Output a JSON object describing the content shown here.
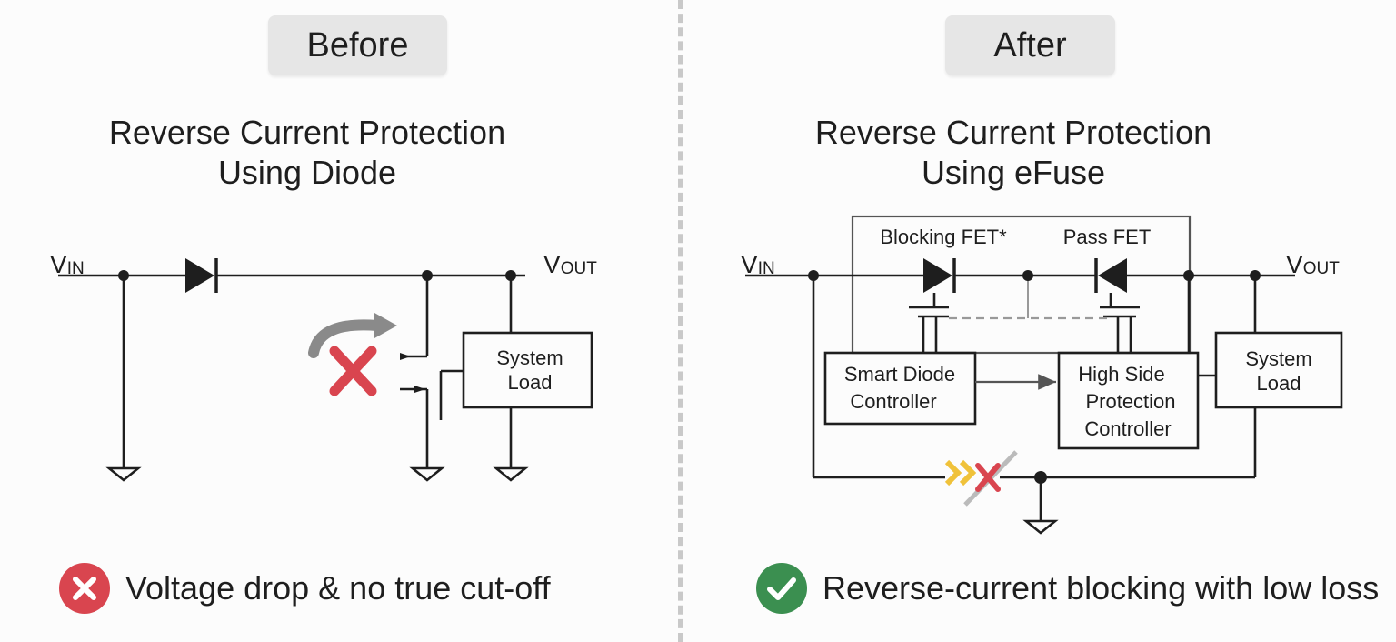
{
  "before": {
    "tag": "Before",
    "title_line1": "Reverse Current Protection",
    "title_line2": "Using Diode",
    "vin": "V",
    "vin_sub": "IN",
    "vout": "V",
    "vout_sub": "OUT",
    "load_line1": "System",
    "load_line2": "Load",
    "verdict": "Voltage drop & no true cut-off",
    "verdict_icon": "red-x-icon"
  },
  "after": {
    "tag": "After",
    "title_line1": "Reverse Current Protection",
    "title_line2": "Using eFuse",
    "vin": "V",
    "vin_sub": "IN",
    "vout": "V",
    "vout_sub": "OUT",
    "blocking_fet": "Blocking FET*",
    "pass_fet": "Pass FET",
    "smart_line1": "Smart Diode",
    "smart_line2": "Controller",
    "hs_line1": "High Side",
    "hs_line2": "Protection",
    "hs_line3": "Controller",
    "load_line1": "System",
    "load_line2": "Load",
    "verdict": "Reverse-current blocking with low loss",
    "verdict_icon": "green-check-icon"
  },
  "colors": {
    "wire": "#1e1e1e",
    "red": "#d9454f",
    "green": "#3b8f50",
    "tag_bg": "#e6e6e6",
    "gray_arrow": "#8a8a8a",
    "yellow": "#f0c23a"
  }
}
